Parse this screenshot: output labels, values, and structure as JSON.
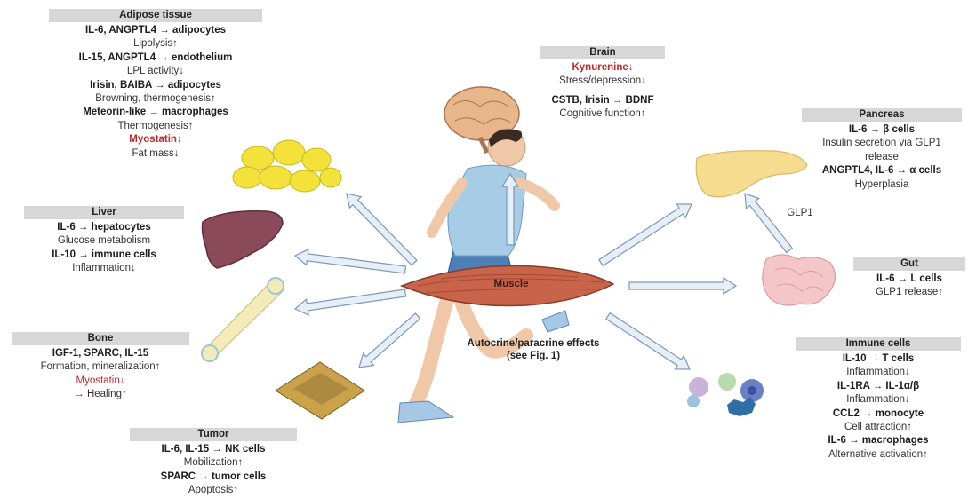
{
  "adipose": {
    "title": "Adipose tissue",
    "lines": [
      {
        "t": "IL-6, ANGPTL4 → adipocytes",
        "s": "b"
      },
      {
        "t": "Lipolysis↑",
        "s": "n"
      },
      {
        "t": "IL-15, ANGPTL4 → endothelium",
        "s": "b"
      },
      {
        "t": "LPL activity↓",
        "s": "n"
      },
      {
        "t": "Irisin, BAIBA → adipocytes",
        "s": "b"
      },
      {
        "t": "Browning, thermogenesis↑",
        "s": "n"
      },
      {
        "t": "Meteorin-like → macrophages",
        "s": "b"
      },
      {
        "t": "Thermogenesis↑",
        "s": "n"
      },
      {
        "t": "Myostatin↓",
        "s": "r"
      },
      {
        "t": "Fat mass↓",
        "s": "n"
      }
    ]
  },
  "liver": {
    "title": "Liver",
    "lines": [
      {
        "t": "IL-6 → hepatocytes",
        "s": "b"
      },
      {
        "t": "Glucose metabolism",
        "s": "n"
      },
      {
        "t": "IL-10 → immune cells",
        "s": "b"
      },
      {
        "t": "Inflammation↓",
        "s": "n"
      }
    ]
  },
  "bone": {
    "title": "Bone",
    "lines": [
      {
        "t": "IGF-1, SPARC, IL-15",
        "s": "b"
      },
      {
        "t": "Formation, mineralization↑",
        "s": "n"
      },
      {
        "t": "Myostatin↓",
        "s": "rn"
      },
      {
        "t": "→ Healing↑",
        "s": "n"
      }
    ]
  },
  "tumor": {
    "title": "Tumor",
    "lines": [
      {
        "t": "IL-6, IL-15 → NK cells",
        "s": "b"
      },
      {
        "t": "Mobilization↑",
        "s": "n"
      },
      {
        "t": "SPARC → tumor cells",
        "s": "b"
      },
      {
        "t": "Apoptosis↑",
        "s": "n"
      }
    ]
  },
  "brain": {
    "title": "Brain",
    "lines": [
      {
        "t": "Kynurenine↓",
        "s": "r"
      },
      {
        "t": "Stress/depression↓",
        "s": "n"
      },
      {
        "t": "",
        "s": "n"
      },
      {
        "t": "CSTB, Irisin → BDNF",
        "s": "b"
      },
      {
        "t": "Cognitive function↑",
        "s": "n"
      }
    ]
  },
  "pancreas": {
    "title": "Pancreas",
    "lines": [
      {
        "t": "IL-6 → β cells",
        "s": "b"
      },
      {
        "t": "Insulin secretion via GLP1",
        "s": "n"
      },
      {
        "t": "release",
        "s": "n"
      },
      {
        "t": "ANGPTL4, IL-6 → α cells",
        "s": "b"
      },
      {
        "t": "Hyperplasia",
        "s": "n"
      }
    ]
  },
  "gut": {
    "title": "Gut",
    "lines": [
      {
        "t": "IL-6 → L cells",
        "s": "b"
      },
      {
        "t": "GLP1 release↑",
        "s": "n"
      }
    ]
  },
  "immune": {
    "title": "Immune cells",
    "lines": [
      {
        "t": "IL-10 → T cells",
        "s": "b"
      },
      {
        "t": "Inflammation↓",
        "s": "n"
      },
      {
        "t": "IL-1RA → IL-1α/β",
        "s": "b"
      },
      {
        "t": "Inflammation↓",
        "s": "n"
      },
      {
        "t": "CCL2 → monocyte",
        "s": "b"
      },
      {
        "t": "Cell attraction↑",
        "s": "n"
      },
      {
        "t": "IL-6 → macrophages",
        "s": "b"
      },
      {
        "t": "Alternative activation↑",
        "s": "n"
      }
    ]
  },
  "center": {
    "muscle_label": "Muscle",
    "autocrine_line1": "Autocrine/paracrine effects",
    "autocrine_line2": "(see Fig. 1)",
    "glp1_label": "GLP1"
  },
  "colors": {
    "arrow_fill": "#e6eef7",
    "arrow_stroke": "#7e98b4",
    "header_bg": "#d7d7d7",
    "highlight_red": "#c0282a",
    "muscle": "#c8644a",
    "fat": "#f2e23a",
    "liver": "#8a4a5a",
    "pancreas": "#f6dc8e",
    "gut": "#f4c6c8",
    "brain": "#e8b68a",
    "bone": "#f3ebb8",
    "shirt": "#a6cce6",
    "skin": "#f0c8a8",
    "shorts": "#4e7fb8"
  }
}
